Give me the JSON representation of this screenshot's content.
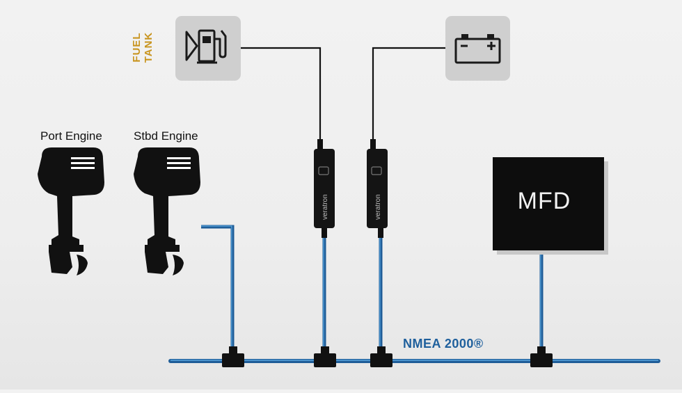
{
  "labels": {
    "port_engine": "Port Engine",
    "stbd_engine": "Stbd Engine",
    "fuel_tank": "FUEL TANK",
    "mfd": "MFD",
    "network": "NMEA 2000®",
    "device_brand": "veratron"
  },
  "icons": {
    "fuel": "fuel-pump-icon",
    "battery": "battery-icon",
    "engine": "outboard-motor-icon"
  },
  "colors": {
    "network_cable": "#1f5d98",
    "network_highlight": "#5aa7e0",
    "fuel_label": "#c8941e",
    "icon_box": "#cfcfcf",
    "device": "#141414"
  }
}
